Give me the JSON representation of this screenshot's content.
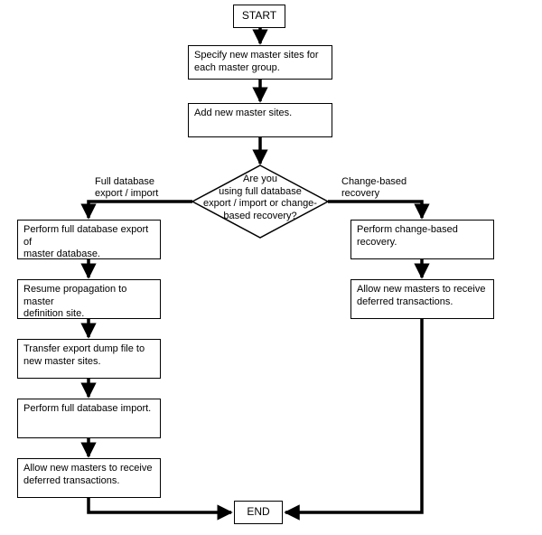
{
  "diagram": {
    "title": "Adding new master sites flowchart",
    "type": "flowchart",
    "colors": {
      "stroke": "#000000",
      "fill": "#ffffff",
      "text": "#000000"
    },
    "nodes": {
      "start": {
        "label": "START",
        "shape": "terminator"
      },
      "specify_sites": {
        "label": "Specify new master sites for\neach master group.",
        "shape": "process"
      },
      "add_sites": {
        "label": "Add new master sites.",
        "shape": "process"
      },
      "decision": {
        "label": "Are you\nusing full database\nexport / import or change-\nbased recovery?",
        "shape": "decision"
      },
      "left_1": {
        "label": "Perform full database export of\nmaster database.",
        "shape": "process"
      },
      "left_2": {
        "label": "Resume propagation to master\ndefinition site.",
        "shape": "process"
      },
      "left_3": {
        "label": "Transfer export dump file to\nnew master sites.",
        "shape": "process"
      },
      "left_4": {
        "label": "Perform full database import.",
        "shape": "process"
      },
      "left_5": {
        "label": "Allow new masters to receive\ndeferred transactions.",
        "shape": "process"
      },
      "right_1": {
        "label": "Perform change-based recovery.",
        "shape": "process"
      },
      "right_2": {
        "label": "Allow new masters to receive\ndeferred transactions.",
        "shape": "process"
      },
      "end": {
        "label": "END",
        "shape": "terminator"
      }
    },
    "branch_labels": {
      "left": "Full database\nexport / import",
      "right": "Change-based\nrecovery"
    }
  }
}
